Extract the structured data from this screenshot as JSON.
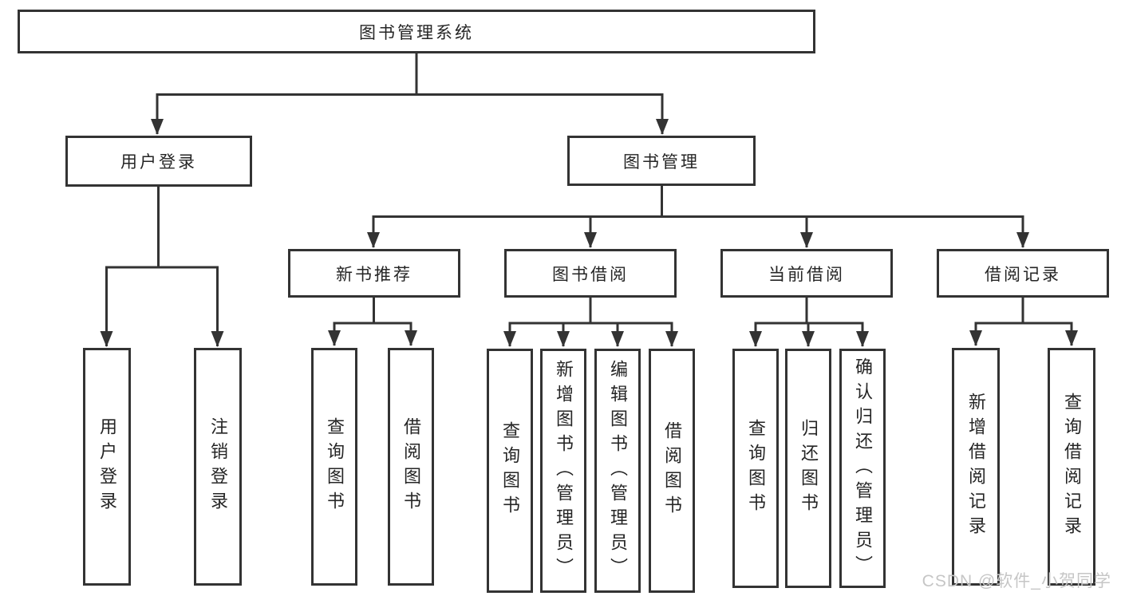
{
  "title": "图书管理系统",
  "tree": {
    "root": {
      "label": "图书管理系统"
    },
    "branches": [
      {
        "label": "用户登录",
        "children": [
          "用户登录",
          "注销登录"
        ]
      },
      {
        "label": "图书管理",
        "sections": [
          {
            "label": "新书推荐",
            "children": [
              "查询图书",
              "借阅图书"
            ]
          },
          {
            "label": "图书借阅",
            "children": [
              "查询图书",
              "新增图书（管理员）",
              "编辑图书（管理员）",
              "借阅图书"
            ]
          },
          {
            "label": "当前借阅",
            "children": [
              "查询图书",
              "归还图书",
              "确认归还（管理员）"
            ]
          },
          {
            "label": "借阅记录",
            "children": [
              "新增借阅记录",
              "查询借阅记录"
            ]
          }
        ]
      }
    ]
  },
  "watermark": {
    "text": "CSDN @软件_小贺同学"
  },
  "colors": {
    "line": "#333333",
    "box_border": "#333333",
    "text": "#252525",
    "watermark": "#c6c6c6",
    "background": "#ffffff"
  }
}
